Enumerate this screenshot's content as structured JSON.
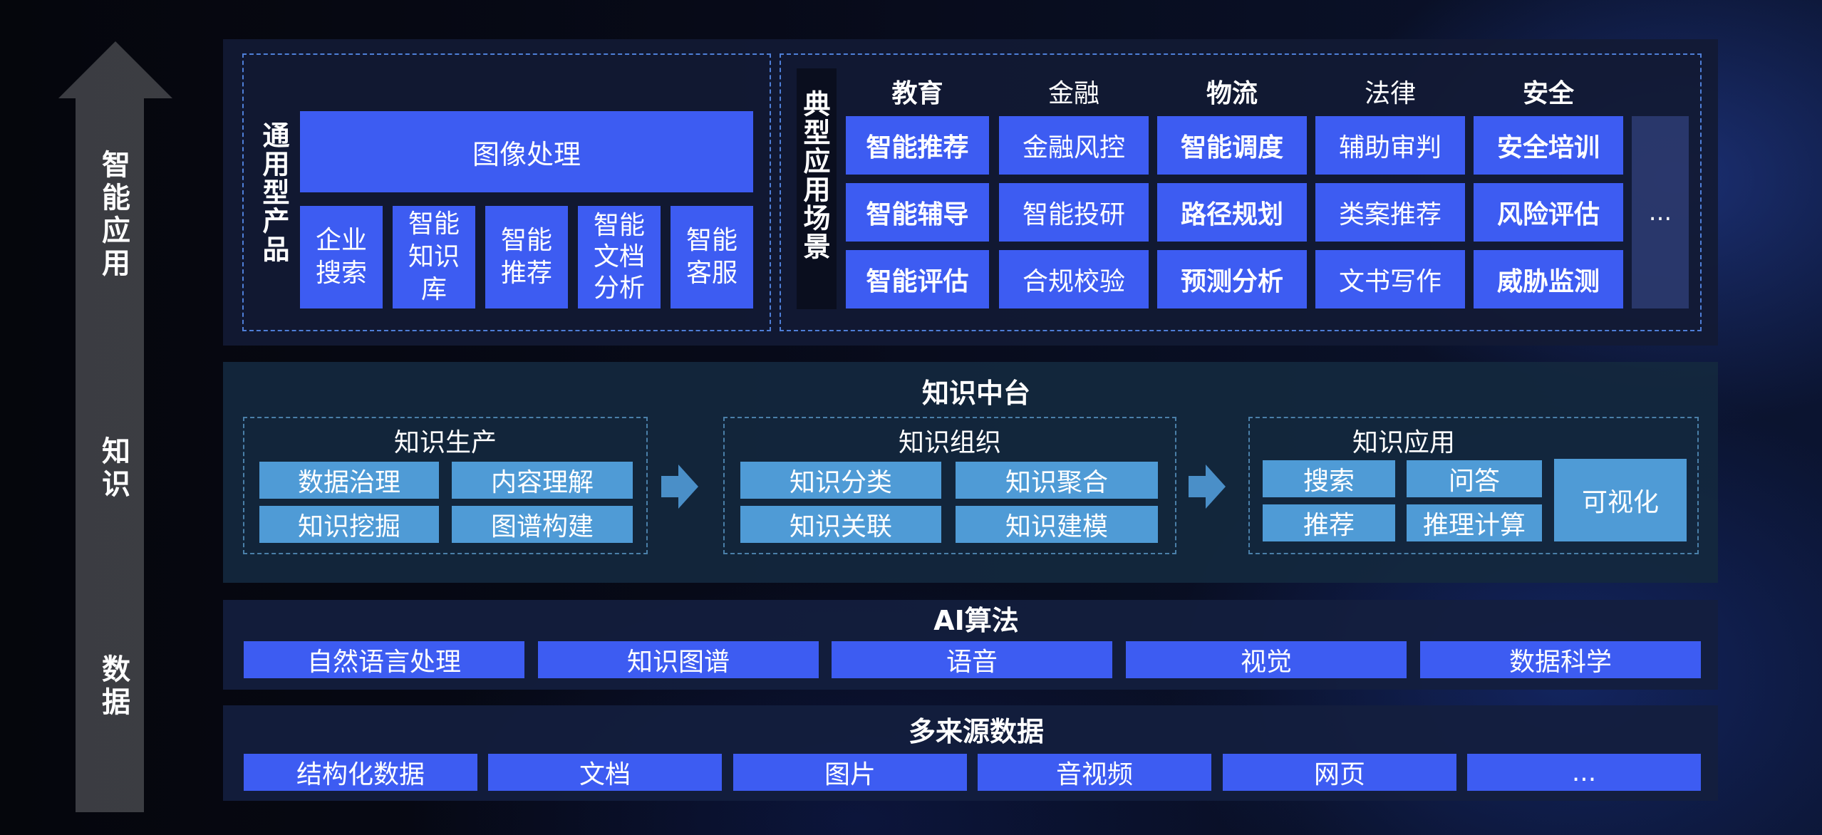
{
  "left_axis": {
    "top": "智能应用",
    "middle": "知识",
    "bottom": "数据"
  },
  "general_products": {
    "label": "通用型产品",
    "main": "图像处理",
    "items": [
      "企业搜索",
      "智能知识库",
      "智能推荐",
      "智能文档分析",
      "智能客服"
    ]
  },
  "typical_scenarios": {
    "label": "典型应用场景",
    "columns": [
      {
        "header": "教育",
        "items": [
          "智能推荐",
          "智能辅导",
          "智能评估"
        ]
      },
      {
        "header": "金融",
        "items": [
          "金融风控",
          "智能投研",
          "合规校验"
        ]
      },
      {
        "header": "物流",
        "items": [
          "智能调度",
          "路径规划",
          "预测分析"
        ]
      },
      {
        "header": "法律",
        "items": [
          "辅助审判",
          "类案推荐",
          "文书写作"
        ]
      },
      {
        "header": "安全",
        "items": [
          "安全培训",
          "风险评估",
          "威胁监测"
        ]
      }
    ],
    "more": "..."
  },
  "knowledge_platform": {
    "title": "知识中台",
    "production": {
      "title": "知识生产",
      "items": [
        "数据治理",
        "内容理解",
        "知识挖掘",
        "图谱构建"
      ]
    },
    "organization": {
      "title": "知识组织",
      "items": [
        "知识分类",
        "知识聚合",
        "知识关联",
        "知识建模"
      ]
    },
    "application": {
      "title": "知识应用",
      "items": [
        "搜索",
        "问答",
        "推荐",
        "推理计算"
      ],
      "visual": "可视化"
    }
  },
  "ai_algorithms": {
    "title": "AI算法",
    "items": [
      "自然语言处理",
      "知识图谱",
      "语音",
      "视觉",
      "数据科学"
    ]
  },
  "data_sources": {
    "title": "多来源数据",
    "items": [
      "结构化数据",
      "文档",
      "图片",
      "音视频",
      "网页",
      "..."
    ]
  }
}
